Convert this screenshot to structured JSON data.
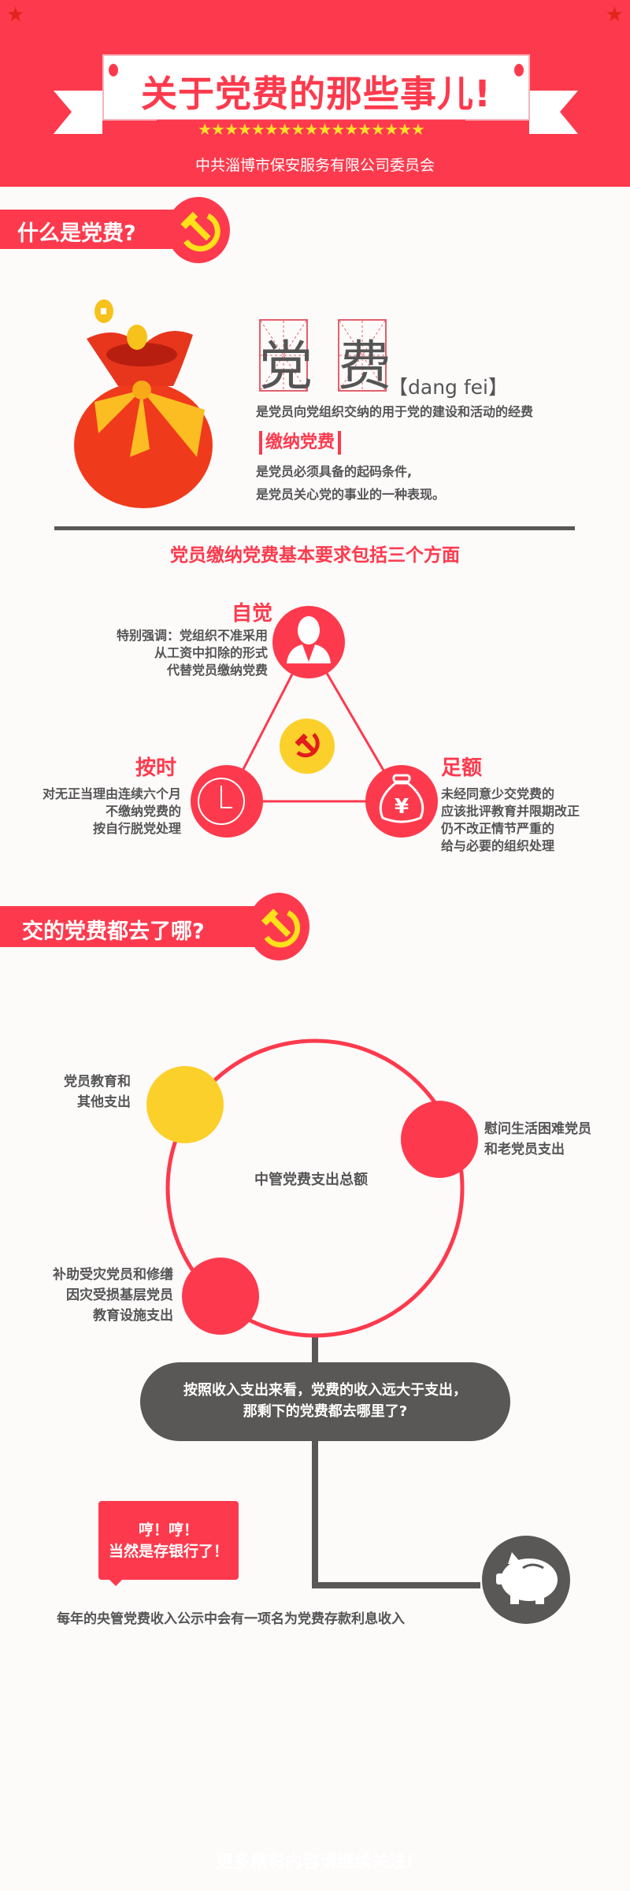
{
  "header": {
    "title": "关于党费的那些事儿!",
    "stars": "★★★★★★★★★★★★★★★★★",
    "subtitle": "中共淄博市保安服务有限公司委员会"
  },
  "section1": {
    "title": "什么是党费?",
    "chars": [
      "党",
      "费"
    ],
    "pinyin": "【dang  fei】",
    "definition": "是党员向党组织交纳的用于党的建设和活动的经费",
    "subheading": "缴纳党费",
    "lines": [
      "是党员必须具备的起码条件,",
      "是党员关心党的事业的一种表现。"
    ],
    "requirements_title": "党员缴纳党费基本要求包括三个方面",
    "requirements": [
      {
        "title": "自觉",
        "icon": "person-icon",
        "lines": [
          "特别强调：党组织不准采用",
          "从工资中扣除的形式",
          "代替党员缴纳党费"
        ]
      },
      {
        "title": "按时",
        "icon": "clock-icon",
        "lines": [
          "对无正当理由连续六个月",
          "不缴纳党费的",
          "按自行脱党处理"
        ]
      },
      {
        "title": "足额",
        "icon": "money-bag-icon",
        "lines": [
          "未经同意少交党费的",
          "应该批评教育并限期改正",
          "仍不改正情节严重的",
          "给与必要的组织处理"
        ]
      }
    ]
  },
  "section2": {
    "title": "交的党费都去了哪?",
    "center_label": "中管党费支出总额",
    "items": [
      {
        "lines": [
          "党员教育和",
          "其他支出"
        ],
        "color": "#fcd02a"
      },
      {
        "lines": [
          "慰问生活困难党员",
          "和老党员支出"
        ],
        "color": "#fd3a4d"
      },
      {
        "lines": [
          "补助受灾党员和修缮",
          "因灾受损基层党员",
          "教育设施支出"
        ],
        "color": "#fd3a4d"
      }
    ],
    "question": [
      "按照收入支出来看，党费的收入远大于支出，",
      "那剩下的党费都去哪里了?"
    ],
    "bubble": [
      "哼！哼！",
      "当然是存银行了！"
    ],
    "answer": "每年的央管党费收入公示中会有一项名为党费存款利息收入"
  },
  "footer": "更多精彩内容请继续关注!",
  "colors": {
    "red": "#fd3a4d",
    "yellow": "#fcd02a",
    "gray": "#5a5856",
    "background": "#fdfafa"
  }
}
